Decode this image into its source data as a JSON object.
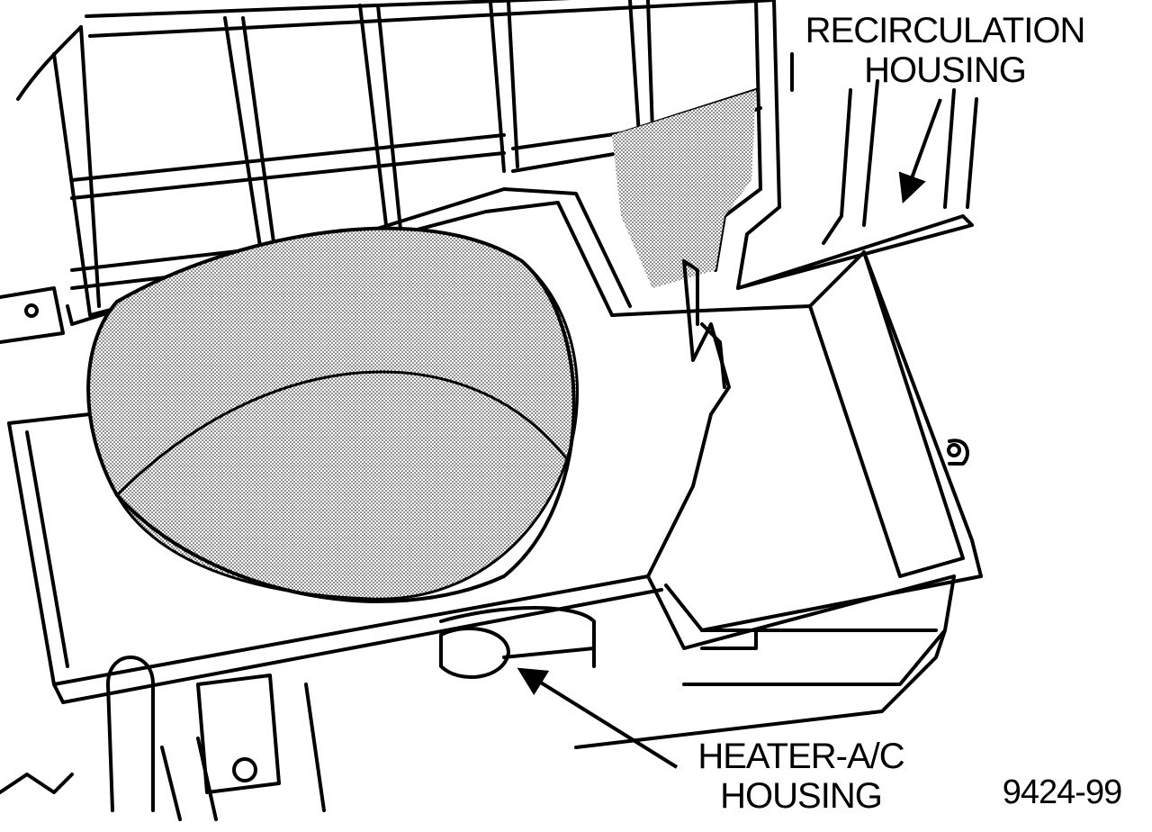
{
  "labels": {
    "recirculation_housing": {
      "line1": "RECIRCULATION",
      "line2": "HOUSING"
    },
    "heater_ac_housing": {
      "line1": "HEATER-A/C",
      "line2": "HOUSING"
    },
    "figure_number": "9424-99"
  },
  "colors": {
    "ink": "#000000",
    "paper": "#ffffff",
    "stipple": "#555555"
  }
}
